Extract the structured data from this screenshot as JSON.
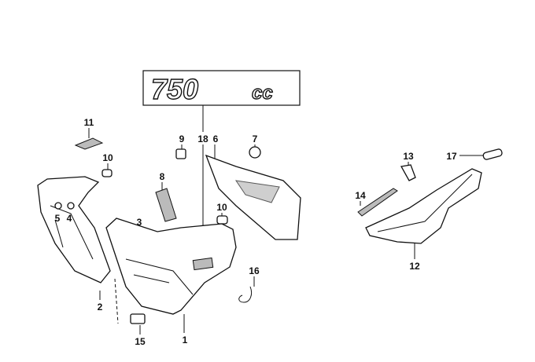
{
  "emblem": {
    "text": "750",
    "suffix": "cc"
  },
  "callouts": {
    "c1": "1",
    "c2": "2",
    "c3": "3",
    "c4": "4",
    "c5": "5",
    "c6": "6",
    "c7": "7",
    "c8": "8",
    "c9": "9",
    "c10a": "10",
    "c10b": "10",
    "c11": "11",
    "c12": "12",
    "c13": "13",
    "c14": "14",
    "c15": "15",
    "c16": "16",
    "c17": "17",
    "c18": "18"
  }
}
